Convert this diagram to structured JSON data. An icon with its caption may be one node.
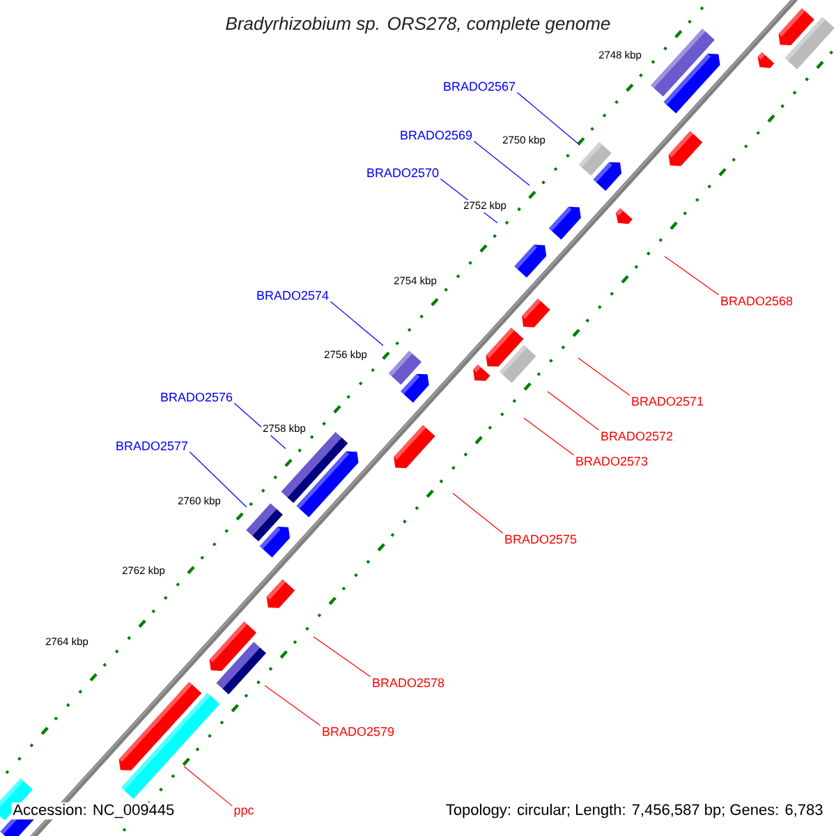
{
  "diagram": {
    "title": "*Bradyrhizobium sp. ORS278, complete genome*",
    "nodes": [
      {
        "text": [
          "BRADO2567"
        ]
      },
      {
        "text": [
          "BRADO2569"
        ]
      },
      {
        "text": [
          "BRADO2570"
        ]
      },
      {
        "text": [
          "BRADO2568"
        ]
      },
      {
        "text": [
          "BRADO2574"
        ]
      },
      {
        "text": [
          "BRADO2571"
        ]
      },
      {
        "text": [
          "BRADO2576"
        ]
      },
      {
        "text": [
          "BRADO2572"
        ]
      },
      {
        "text": [
          "BRADO2577"
        ]
      },
      {
        "text": [
          "BRADO2573"
        ]
      },
      {
        "text": [
          "BRADO2575"
        ]
      },
      {
        "text": [
          "BRADO2578"
        ]
      },
      {
        "text": [
          "BRADO2579"
        ]
      },
      {
        "text": [
          "ppc"
        ]
      }
    ],
    "edges": [
      {
        "from": 0,
        "to": null,
        "arrow": "none",
        "color": "#0000ff"
      },
      {
        "from": 1,
        "to": null,
        "arrow": "none",
        "color": "#0000ff"
      },
      {
        "from": 2,
        "to": null,
        "arrow": "none",
        "color": "#0000ff"
      },
      {
        "from": 3,
        "to": null,
        "arrow": "none",
        "color": "#ff0000"
      },
      {
        "from": 4,
        "to": null,
        "arrow": "none",
        "color": "#0000ff"
      },
      {
        "from": 5,
        "to": null,
        "arrow": "none",
        "color": "#ff0000"
      },
      {
        "from": 6,
        "to": null,
        "arrow": "none",
        "color": "#0000ff"
      },
      {
        "from": 7,
        "to": null,
        "arrow": "none",
        "color": "#ff0000"
      },
      {
        "from": 8,
        "to": null,
        "arrow": "none",
        "color": "#0000ff"
      },
      {
        "from": 9,
        "to": null,
        "arrow": "none",
        "color": "#ff0000"
      },
      {
        "from": 10,
        "to": null,
        "arrow": "none",
        "color": "#ff0000"
      },
      {
        "from": 11,
        "to": null,
        "arrow": "none",
        "color": "#ff0000"
      },
      {
        "from": 12,
        "to": null,
        "arrow": "none",
        "color": "#ff0000"
      },
      {
        "from": 13,
        "to": null,
        "arrow": "none",
        "color": "#ff0000"
      }
    ],
    "labels": [
      "2748 kbp",
      "2750 kbp",
      "2752 kbp",
      "2754 kbp",
      "2756 kbp",
      "2758 kbp",
      "2760 kbp",
      "2762 kbp",
      "2764 kbp",
      "Accession: NC_009445",
      "Topology: circular; Length: 7,456,587 bp; Genes: 6,783"
    ]
  }
}
